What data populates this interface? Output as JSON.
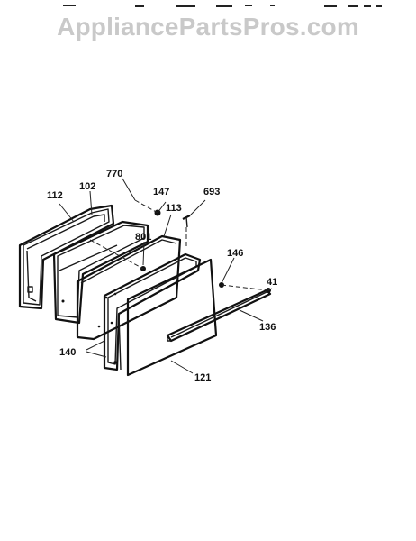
{
  "watermark": "AppliancePartsPros.com",
  "labels": {
    "p770": "770",
    "p147": "147",
    "p693": "693",
    "p112": "112",
    "p102": "102",
    "p113": "113",
    "p801": "801",
    "p146": "146",
    "p41": "41",
    "p136": "136",
    "p140": "140",
    "p121": "121"
  }
}
